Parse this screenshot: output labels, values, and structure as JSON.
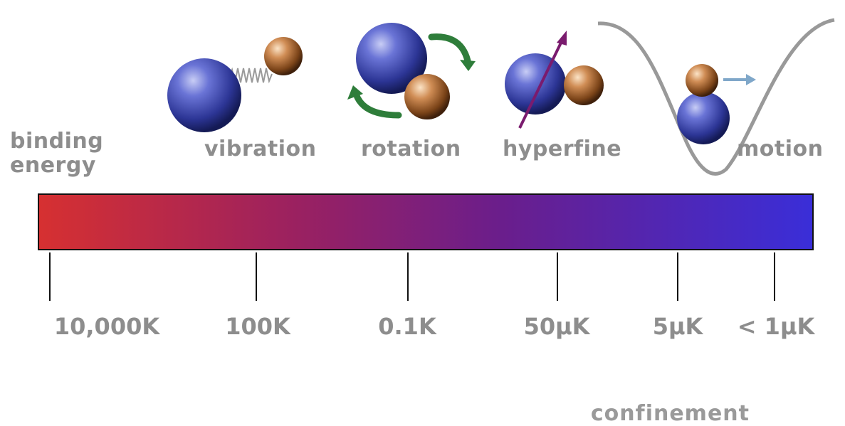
{
  "axis": {
    "title": [
      "binding",
      "energy"
    ],
    "bar_label": "confinement",
    "ticks": [
      "10,000K",
      "100K",
      "0.1K",
      "50μK",
      "5μK",
      "< 1μK"
    ]
  },
  "stages": [
    {
      "label": "vibration"
    },
    {
      "label": "rotation"
    },
    {
      "label": "hyperfine"
    },
    {
      "label": "motion"
    }
  ],
  "colors": {
    "bar_start": "#d63031",
    "bar_end": "#3a2ed8",
    "large_atom": "#4e58c4",
    "small_atom": "#c07a45",
    "rotation_arrow": "#2e7d3a",
    "spin_arrow": "#7a1b6e",
    "motion_arrow": "#7fa7c9",
    "label_gray": "#8d8d8d"
  },
  "icons": [
    "spring-icon",
    "rotation-arrow-icon",
    "spin-arrow-icon",
    "potential-well-icon",
    "motion-arrow-icon"
  ]
}
